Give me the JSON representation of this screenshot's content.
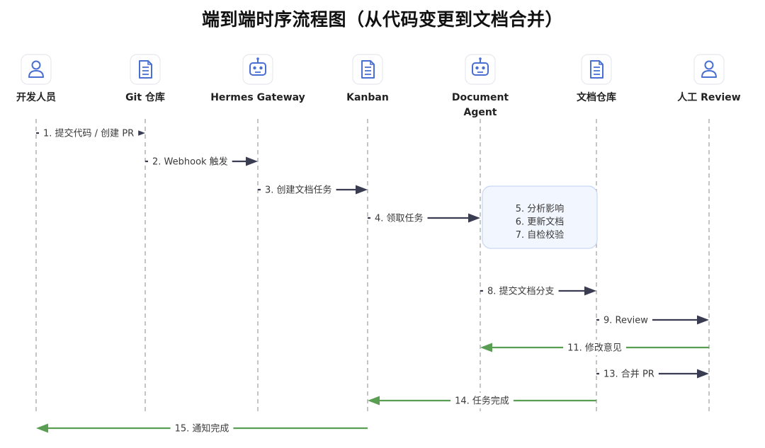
{
  "title": "端到端时序流程图（从代码变更到文档合并）",
  "colors": {
    "primary": "#3a3d52",
    "success": "#5a9e53",
    "icon": "#4a6fd4",
    "lifeline": "#a6a6a6",
    "note_fill": "#f2f6ff",
    "note_border": "#c9d7f3"
  },
  "participants": [
    {
      "id": "dev",
      "label": "开发人员",
      "icon": "person-icon"
    },
    {
      "id": "git",
      "label": "Git 仓库",
      "icon": "document-icon"
    },
    {
      "id": "hermes",
      "label": "Hermes Gateway",
      "icon": "robot-icon"
    },
    {
      "id": "kanban",
      "label": "Kanban",
      "icon": "document-icon"
    },
    {
      "id": "agent",
      "label": "Document\nAgent",
      "icon": "robot-icon"
    },
    {
      "id": "docs",
      "label": "文档仓库",
      "icon": "document-icon"
    },
    {
      "id": "review",
      "label": "人工 Review",
      "icon": "person-icon"
    }
  ],
  "messages": [
    {
      "from": "dev",
      "to": "git",
      "label": "1. 提交代码 / 创建 PR",
      "color": "primary"
    },
    {
      "from": "git",
      "to": "hermes",
      "label": "2. Webhook 触发",
      "color": "primary"
    },
    {
      "from": "hermes",
      "to": "kanban",
      "label": "3. 创建文档任务",
      "color": "primary"
    },
    {
      "from": "kanban",
      "to": "agent",
      "label": "4. 领取任务",
      "color": "primary"
    },
    {
      "from": "agent",
      "to": "docs",
      "label": "8. 提交文档分支",
      "color": "primary"
    },
    {
      "from": "docs",
      "to": "review",
      "label": "9. Review",
      "color": "primary"
    },
    {
      "from": "review",
      "to": "agent",
      "label": "11. 修改意见",
      "color": "success"
    },
    {
      "from": "docs",
      "to": "review",
      "label": "13. 合并 PR",
      "color": "primary"
    },
    {
      "from": "docs",
      "to": "kanban",
      "label": "14. 任务完成",
      "color": "success"
    },
    {
      "from": "kanban",
      "to": "dev",
      "label": "15. 通知完成",
      "color": "success"
    }
  ],
  "note": {
    "over": "agent",
    "lines": [
      "5. 分析影响",
      "6. 更新文档",
      "7. 自检校验"
    ]
  }
}
